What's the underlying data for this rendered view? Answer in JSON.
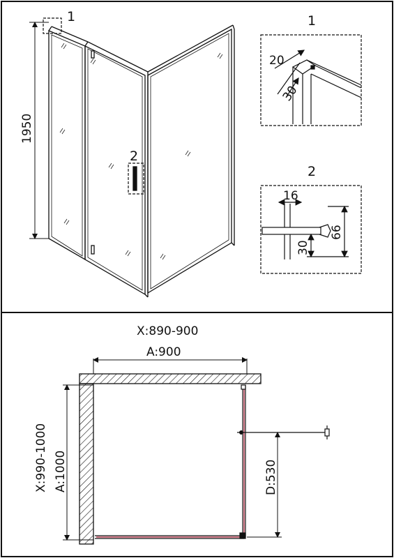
{
  "callouts": {
    "detail_1": "1",
    "detail_2": "2"
  },
  "elevation": {
    "height": "1950"
  },
  "detail_1": {
    "title": "1",
    "dim_a": "20",
    "dim_b": "30"
  },
  "detail_2": {
    "title": "2",
    "dim_width": "16",
    "dim_height": "66",
    "dim_offset": "30"
  },
  "plan": {
    "x_width": "X:890-900",
    "a_width": "A:900",
    "x_depth": "X:990-1000",
    "a_depth": "A:1000",
    "d_door": "D:530"
  },
  "colors": {
    "line": "#111111",
    "profile_accent": "#b0203a"
  }
}
